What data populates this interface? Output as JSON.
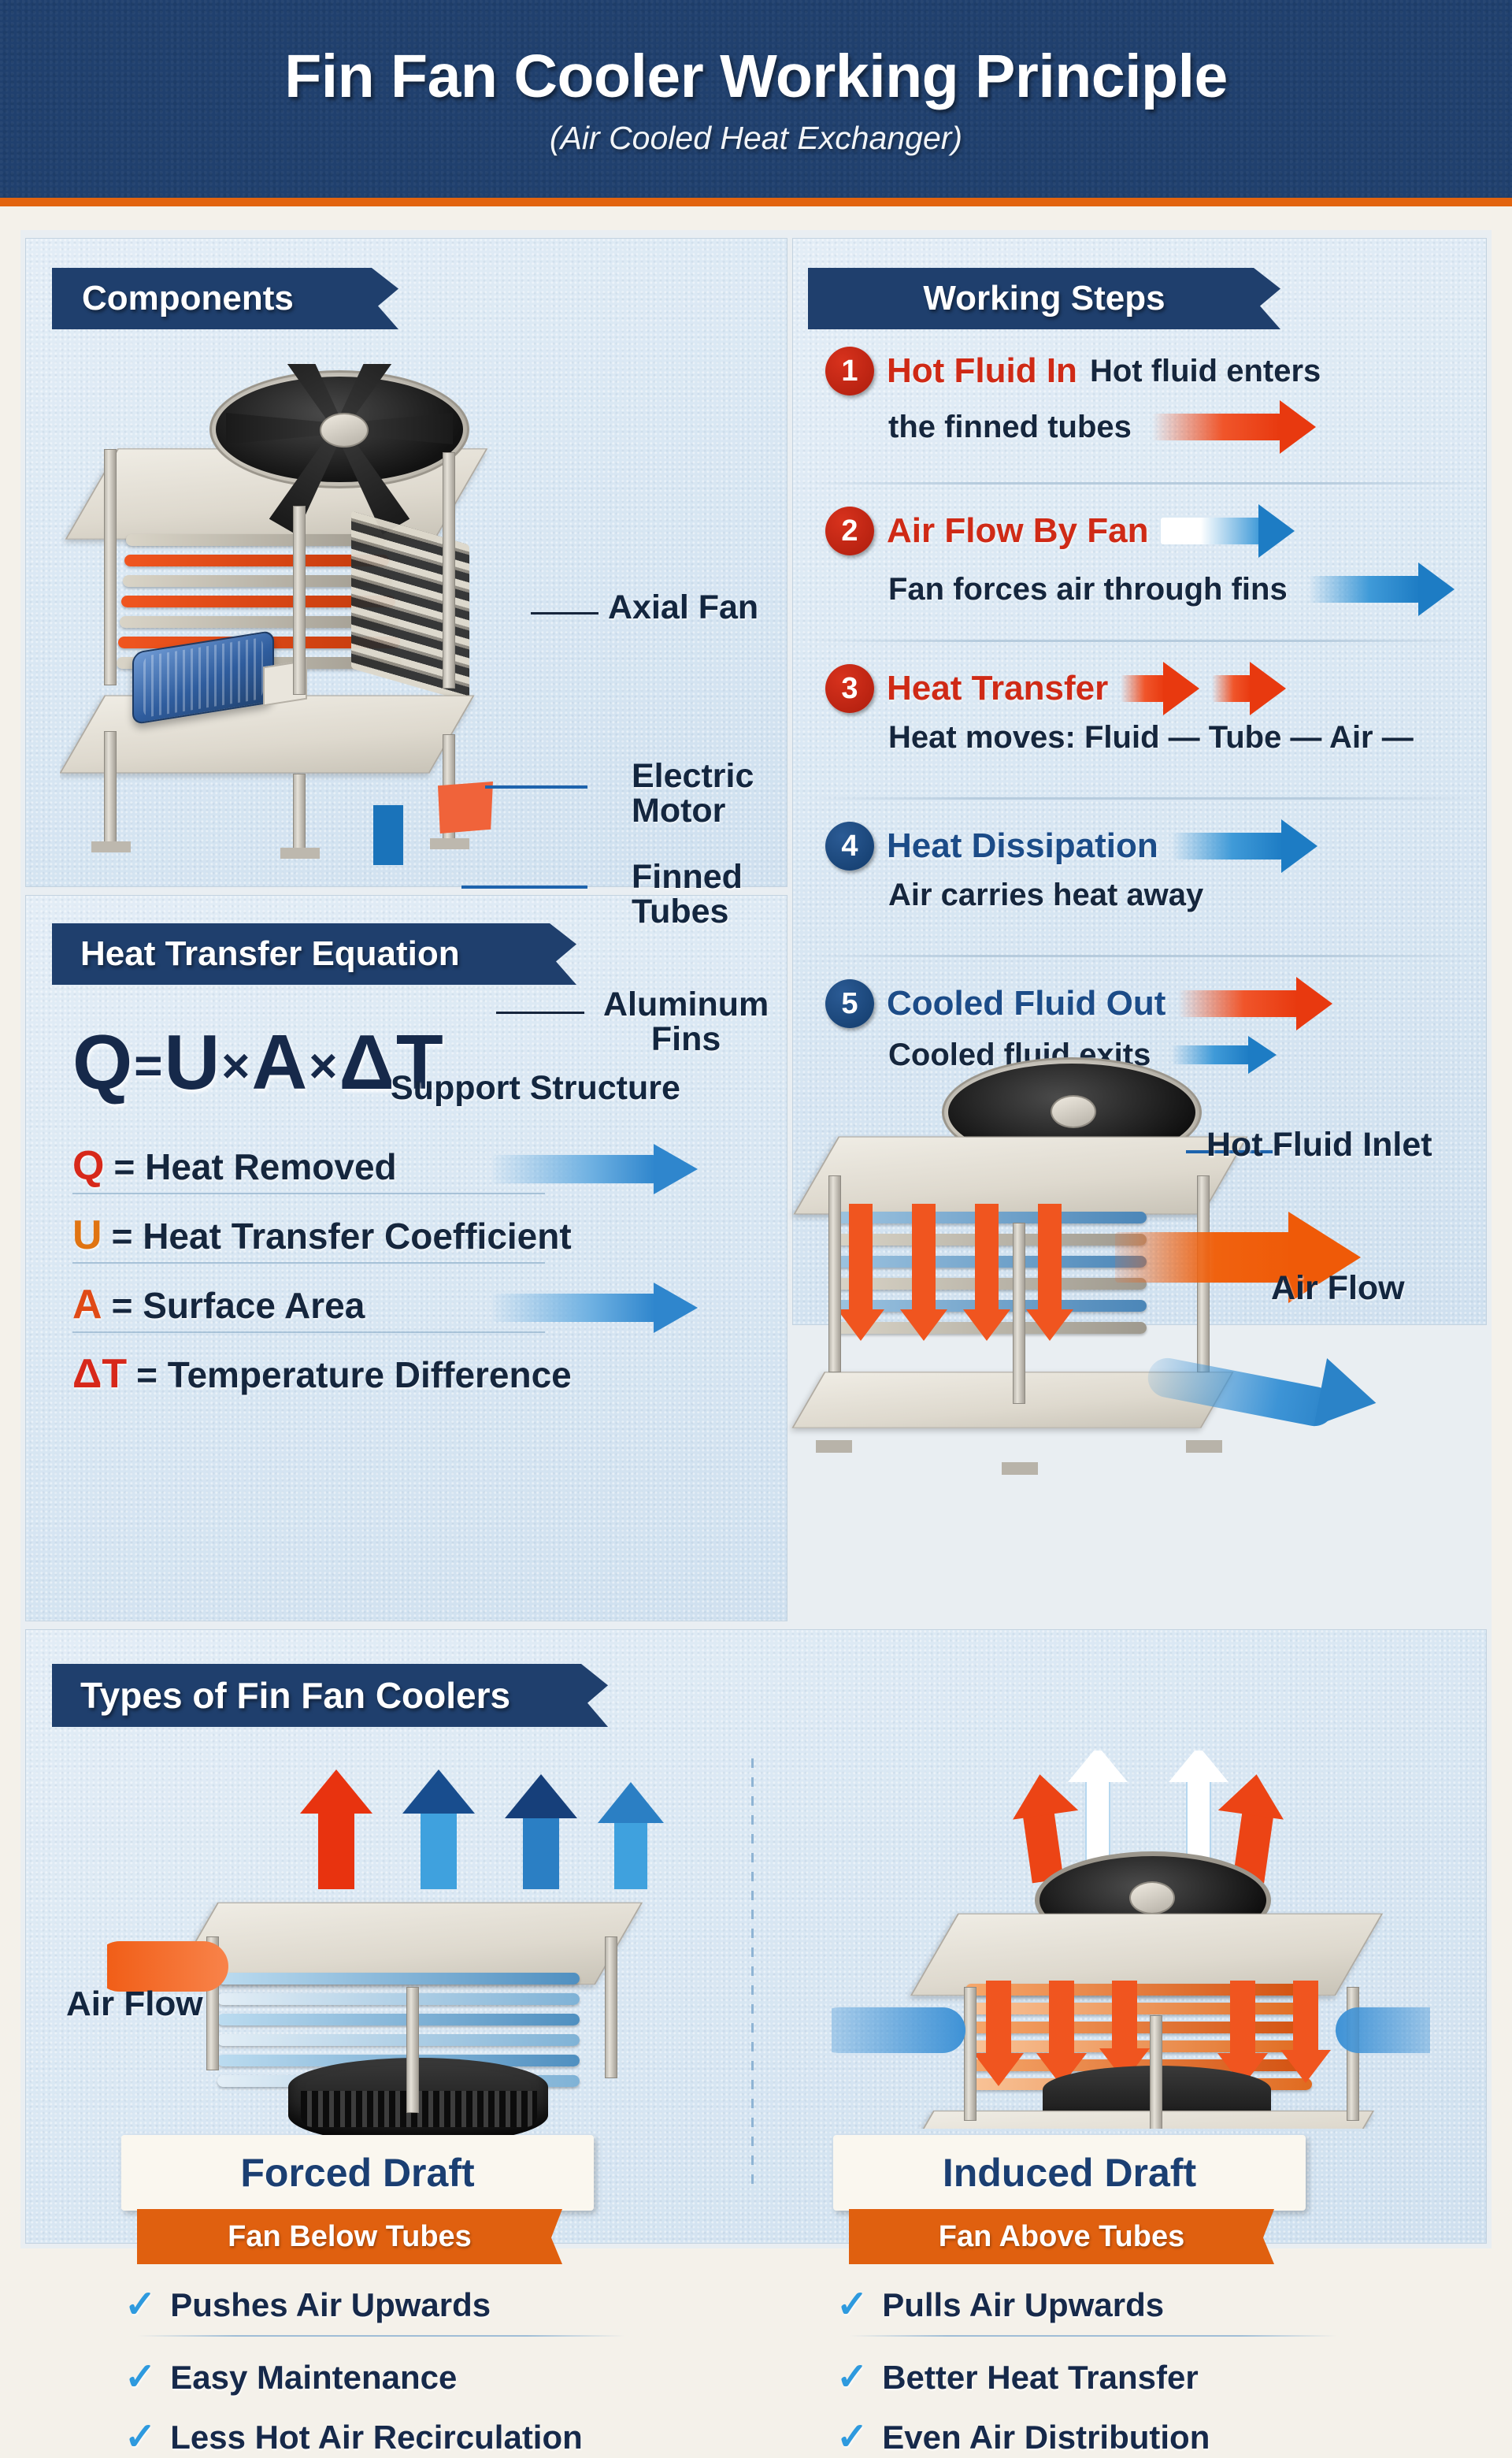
{
  "header": {
    "title": "Fin Fan Cooler Working Principle",
    "subtitle": "(Air Cooled Heat Exchanger)"
  },
  "colors": {
    "navy": "#1f3f6d",
    "orange": "#e0600f",
    "red": "#cf2a16",
    "blue": "#2e9ade",
    "text_navy": "#16294a",
    "panel_bg": "#dbe7f2"
  },
  "components": {
    "banner": "Components",
    "labels": [
      {
        "id": "axial-fan",
        "text": "Axial Fan"
      },
      {
        "id": "electric-motor",
        "text": "Electric\nMotor"
      },
      {
        "id": "finned-tubes",
        "text": "Finned\nTubes"
      },
      {
        "id": "aluminum-fins",
        "text": "Aluminum\nFins"
      },
      {
        "id": "support-structure",
        "text": "Support Structure"
      }
    ]
  },
  "working_steps": {
    "banner": "Working Steps",
    "steps": [
      {
        "number": "1",
        "badge_color": "red",
        "title": "Hot Fluid In",
        "title_color": "red",
        "desc_inline": "Hot fluid enters",
        "desc": "the finned tubes",
        "arrow": "red"
      },
      {
        "number": "2",
        "badge_color": "red",
        "title": "Air Flow By Fan",
        "title_color": "red",
        "desc_inline": "",
        "desc": "Fan forces air through fins",
        "arrow": "blue"
      },
      {
        "number": "3",
        "badge_color": "red",
        "title": "Heat Transfer",
        "title_color": "red",
        "desc_inline": "",
        "desc": "Heat moves: Fluid — Tube — Air —",
        "arrow": "red"
      },
      {
        "number": "4",
        "badge_color": "navy",
        "title": "Heat Dissipation",
        "title_color": "navy",
        "desc_inline": "",
        "desc": "Air carries heat away",
        "arrow": "blue"
      },
      {
        "number": "5",
        "badge_color": "navy",
        "title": "Cooled Fluid Out",
        "title_color": "navy",
        "desc_inline": "",
        "desc": "Cooled fluid exits",
        "arrow": "red"
      }
    ]
  },
  "equation": {
    "banner": "Heat Transfer Equation",
    "formula_parts": {
      "q": "Q",
      "eq": "=",
      "u": "U",
      "mul1": "×",
      "a": "A",
      "mul2": "×",
      "dt": "ΔT"
    },
    "formula_text": "Q = U × A × ΔT",
    "variables": [
      {
        "symbol": "Q",
        "color": "#d7281a",
        "text": "= Heat Removed"
      },
      {
        "symbol": "U",
        "color": "#e07412",
        "text": "= Heat Transfer Coefficient"
      },
      {
        "symbol": "A",
        "color": "#e04a16",
        "text": "= Surface Area"
      },
      {
        "symbol": "ΔT",
        "color": "#d7281a",
        "text": "= Temperature Difference"
      }
    ],
    "diagram_labels": [
      {
        "id": "hot-fluid-inlet",
        "text": "Hot Fluid Inlet"
      },
      {
        "id": "air-flow",
        "text": "Air Flow"
      }
    ]
  },
  "types": {
    "banner": "Types of Fin Fan Coolers",
    "air_flow_label": "Air Flow",
    "columns": [
      {
        "id": "forced-draft",
        "title": "Forced Draft",
        "subtitle": "Fan Below Tubes",
        "features": [
          "Pushes Air Upwards",
          "Easy Maintenance",
          "Less Hot Air Recirculation"
        ]
      },
      {
        "id": "induced-draft",
        "title": "Induced Draft",
        "subtitle": "Fan Above Tubes",
        "features": [
          "Pulls Air Upwards",
          "Better Heat Transfer",
          "Even Air Distribution"
        ]
      }
    ]
  }
}
